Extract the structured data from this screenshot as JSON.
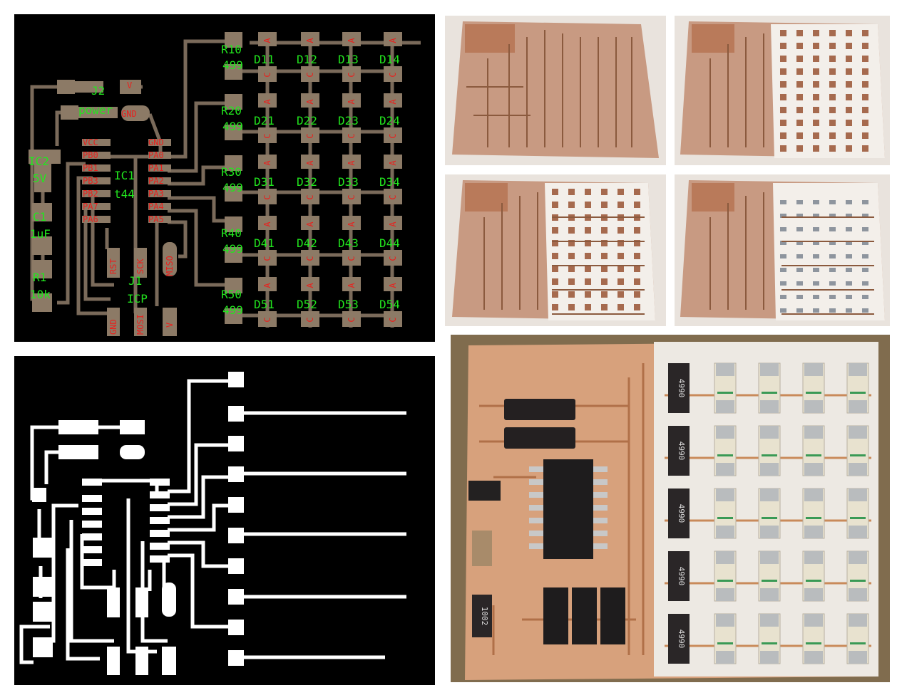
{
  "layout": {
    "j2": "J2",
    "j2_name": "power",
    "j2_v": "V",
    "j2_gnd": "GND",
    "ic2": "IC2",
    "ic2_val": "5V",
    "c1": "C1",
    "c1_val": "1uF",
    "r1": "R1",
    "r1_val": "10k",
    "ic1": "IC1",
    "ic1_val": "t44",
    "j1": "J1",
    "j1_name": "ICP",
    "ic1_left_pins": [
      "VCC",
      "PB0",
      "PB1",
      "PB3",
      "PB2",
      "PA7",
      "PA6"
    ],
    "ic1_right_pins": [
      "GND",
      "PA0",
      "PA1",
      "PA2",
      "PA3",
      "PA4",
      "PA5"
    ],
    "icp_pins": [
      "RST",
      "SCK",
      "MISO",
      "GND",
      "MOSI",
      "V"
    ],
    "resistors": [
      {
        "ref": "R10",
        "val": "499"
      },
      {
        "ref": "R20",
        "val": "499"
      },
      {
        "ref": "R30",
        "val": "499"
      },
      {
        "ref": "R40",
        "val": "499"
      },
      {
        "ref": "R50",
        "val": "499"
      }
    ],
    "leds": [
      [
        "D11",
        "D12",
        "D13",
        "D14"
      ],
      [
        "D21",
        "D22",
        "D23",
        "D24"
      ],
      [
        "D31",
        "D32",
        "D33",
        "D34"
      ],
      [
        "D41",
        "D42",
        "D43",
        "D44"
      ],
      [
        "D51",
        "D52",
        "D53",
        "D54"
      ]
    ],
    "anode": "A",
    "cathode": "C"
  },
  "photos": {
    "resistor_code_1": "4990",
    "resistor_code_2": "1002"
  }
}
